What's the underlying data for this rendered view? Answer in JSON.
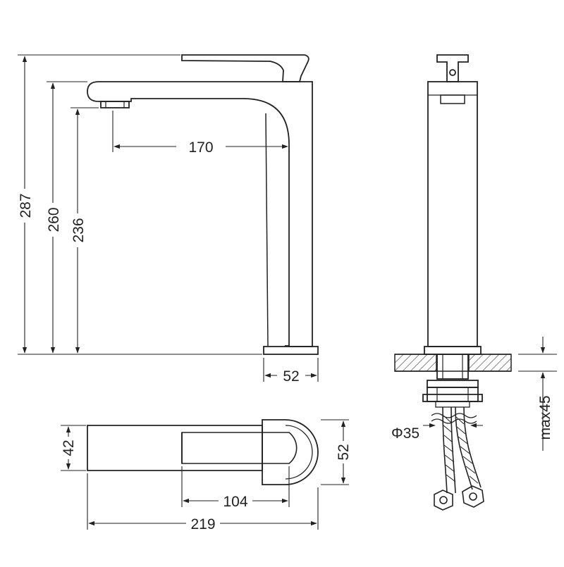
{
  "colors": {
    "line": "#222222",
    "background": "#ffffff"
  },
  "side_view": {
    "overall_height": "287",
    "handle_base_height": "260",
    "outlet_height": "236",
    "spout_reach": "170",
    "base_width": "52"
  },
  "top_view": {
    "body_width": "42",
    "handle_width": "52",
    "handle_length": "104",
    "overall_length": "219"
  },
  "front_view": {
    "shank_diameter": "Φ35",
    "max_deck_thickness": "max45"
  }
}
